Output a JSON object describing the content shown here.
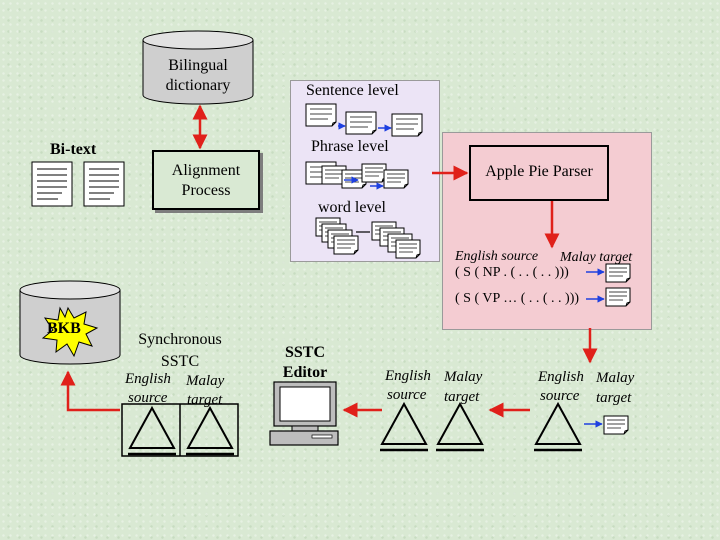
{
  "labels": {
    "bilingual_dictionary": [
      "Bilingual",
      "dictionary"
    ],
    "sentence_level": "Sentence level",
    "phrase_level": "Phrase level",
    "word_level": "word level",
    "bitext": "Bi-text",
    "alignment_process": [
      "Alignment",
      "Process"
    ],
    "apple_pie_parser": "Apple Pie Parser",
    "english_source": "English source",
    "malay_target": "Malay target",
    "parse_np": "( S ( NP . ( . . ( . . )))",
    "parse_vp": "( S ( VP … ( . . ( . . )))",
    "bkb": "BKB",
    "synchronous_sstc": [
      "Synchronous",
      "SSTC"
    ],
    "english": "English",
    "malay": "Malay",
    "source": "source",
    "target": "target",
    "sstc_editor": [
      "SSTC",
      "Editor"
    ]
  },
  "colors": {
    "background": "#d9e9d3",
    "pink_panel": "#f4ccd2",
    "lavender_panel": "#ece4f6",
    "cylinder": "#cfcfcf",
    "arrow_red": "#e0201a",
    "arrow_blue": "#1e40e0",
    "bkb_star": "#ffff00"
  }
}
